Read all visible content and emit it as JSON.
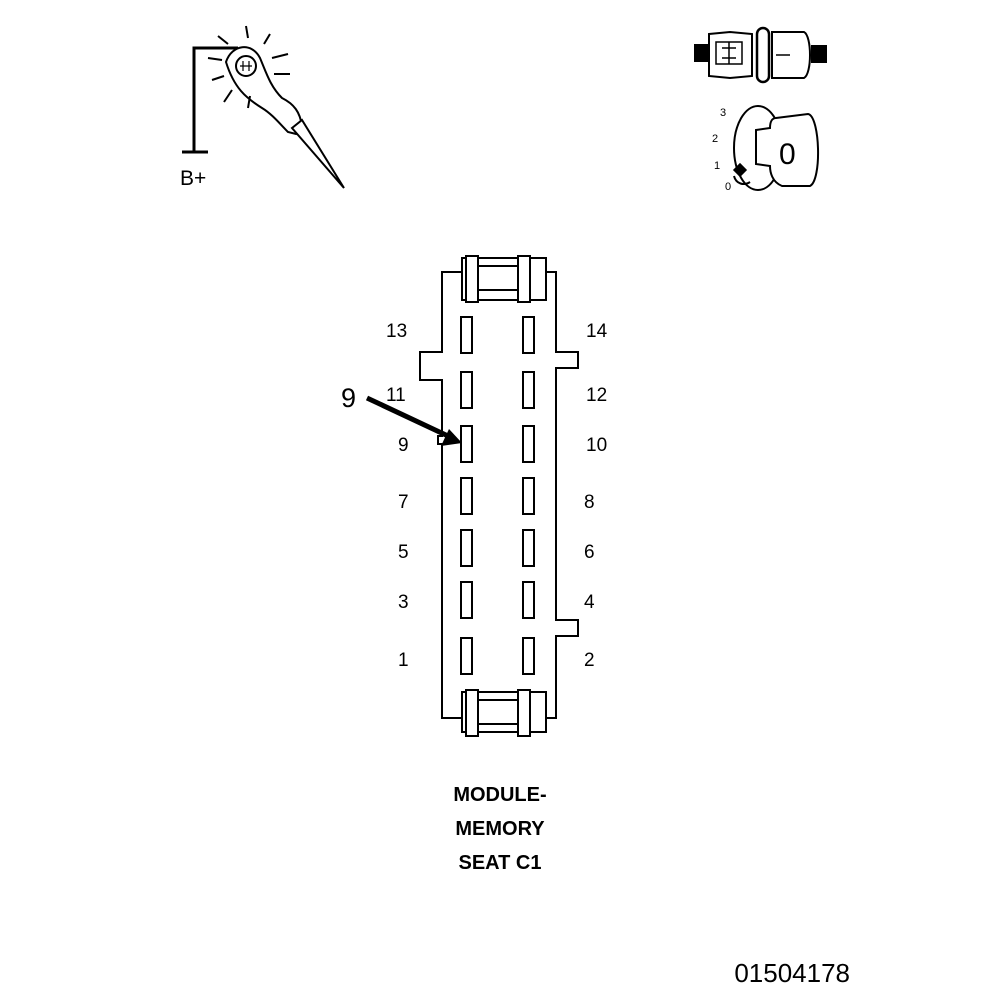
{
  "probe": {
    "supply_label": "B+",
    "icon": "test-light-probe-icon"
  },
  "ignition": {
    "icons": [
      "ignition-switch-icon",
      "ignition-key-icon"
    ],
    "positions": [
      "3",
      "2",
      "1",
      "0"
    ],
    "key_label": "0"
  },
  "connector": {
    "name_lines": [
      "MODULE-",
      "MEMORY",
      "SEAT C1"
    ],
    "left_pins": [
      "13",
      "11",
      "9",
      "7",
      "5",
      "3",
      "1"
    ],
    "right_pins": [
      "14",
      "12",
      "10",
      "8",
      "6",
      "4",
      "2"
    ],
    "callout_label": "9",
    "callout_target_pin": "9"
  },
  "figure_id": "01504178"
}
